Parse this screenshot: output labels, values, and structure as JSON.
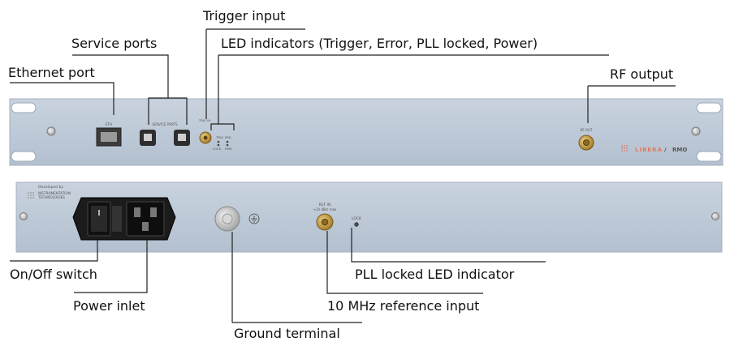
{
  "colors": {
    "panel": "#bcc8d6",
    "panel_edge": "#a4b1c1",
    "leader": "#222222",
    "brand": "#e07a5f",
    "connector_gold": "#c9a24a",
    "switch_body": "#1b1b1b"
  },
  "callouts": {
    "trigger_input": "Trigger input",
    "service_ports": "Service ports",
    "led_indicators": "LED indicators (Trigger, Error, PLL locked, Power)",
    "ethernet_port": "Ethernet port",
    "rf_output": "RF output",
    "on_off_switch": "On/Off switch",
    "pll_locked_led": "PLL locked LED indicator",
    "power_inlet": "Power inlet",
    "ref_input": "10 MHz reference input",
    "ground_terminal": "Ground terminal"
  },
  "front_panel": {
    "eth_label": "ETH",
    "service_ports_label": "SERVICE PORTS",
    "trig_in_label": "TRIG IN",
    "led_trig": "TRIG",
    "led_err": "ERR",
    "led_lock": "LOCK",
    "led_pwr": "PWR",
    "rf_out_label": "RF OUT",
    "brand_name": "LIBERA",
    "brand_sep": "/",
    "model_name": "RMO"
  },
  "rear_panel": {
    "developed_by": "Developed by",
    "maker_line1": "INSTRUMENTATION",
    "maker_line2": "TECHNOLOGIES",
    "ref_in_label": "REF IN",
    "ref_in_spec": "+10 dBm max",
    "lock_label": "LOCK",
    "ground_symbol": "ground-symbol-icon"
  }
}
